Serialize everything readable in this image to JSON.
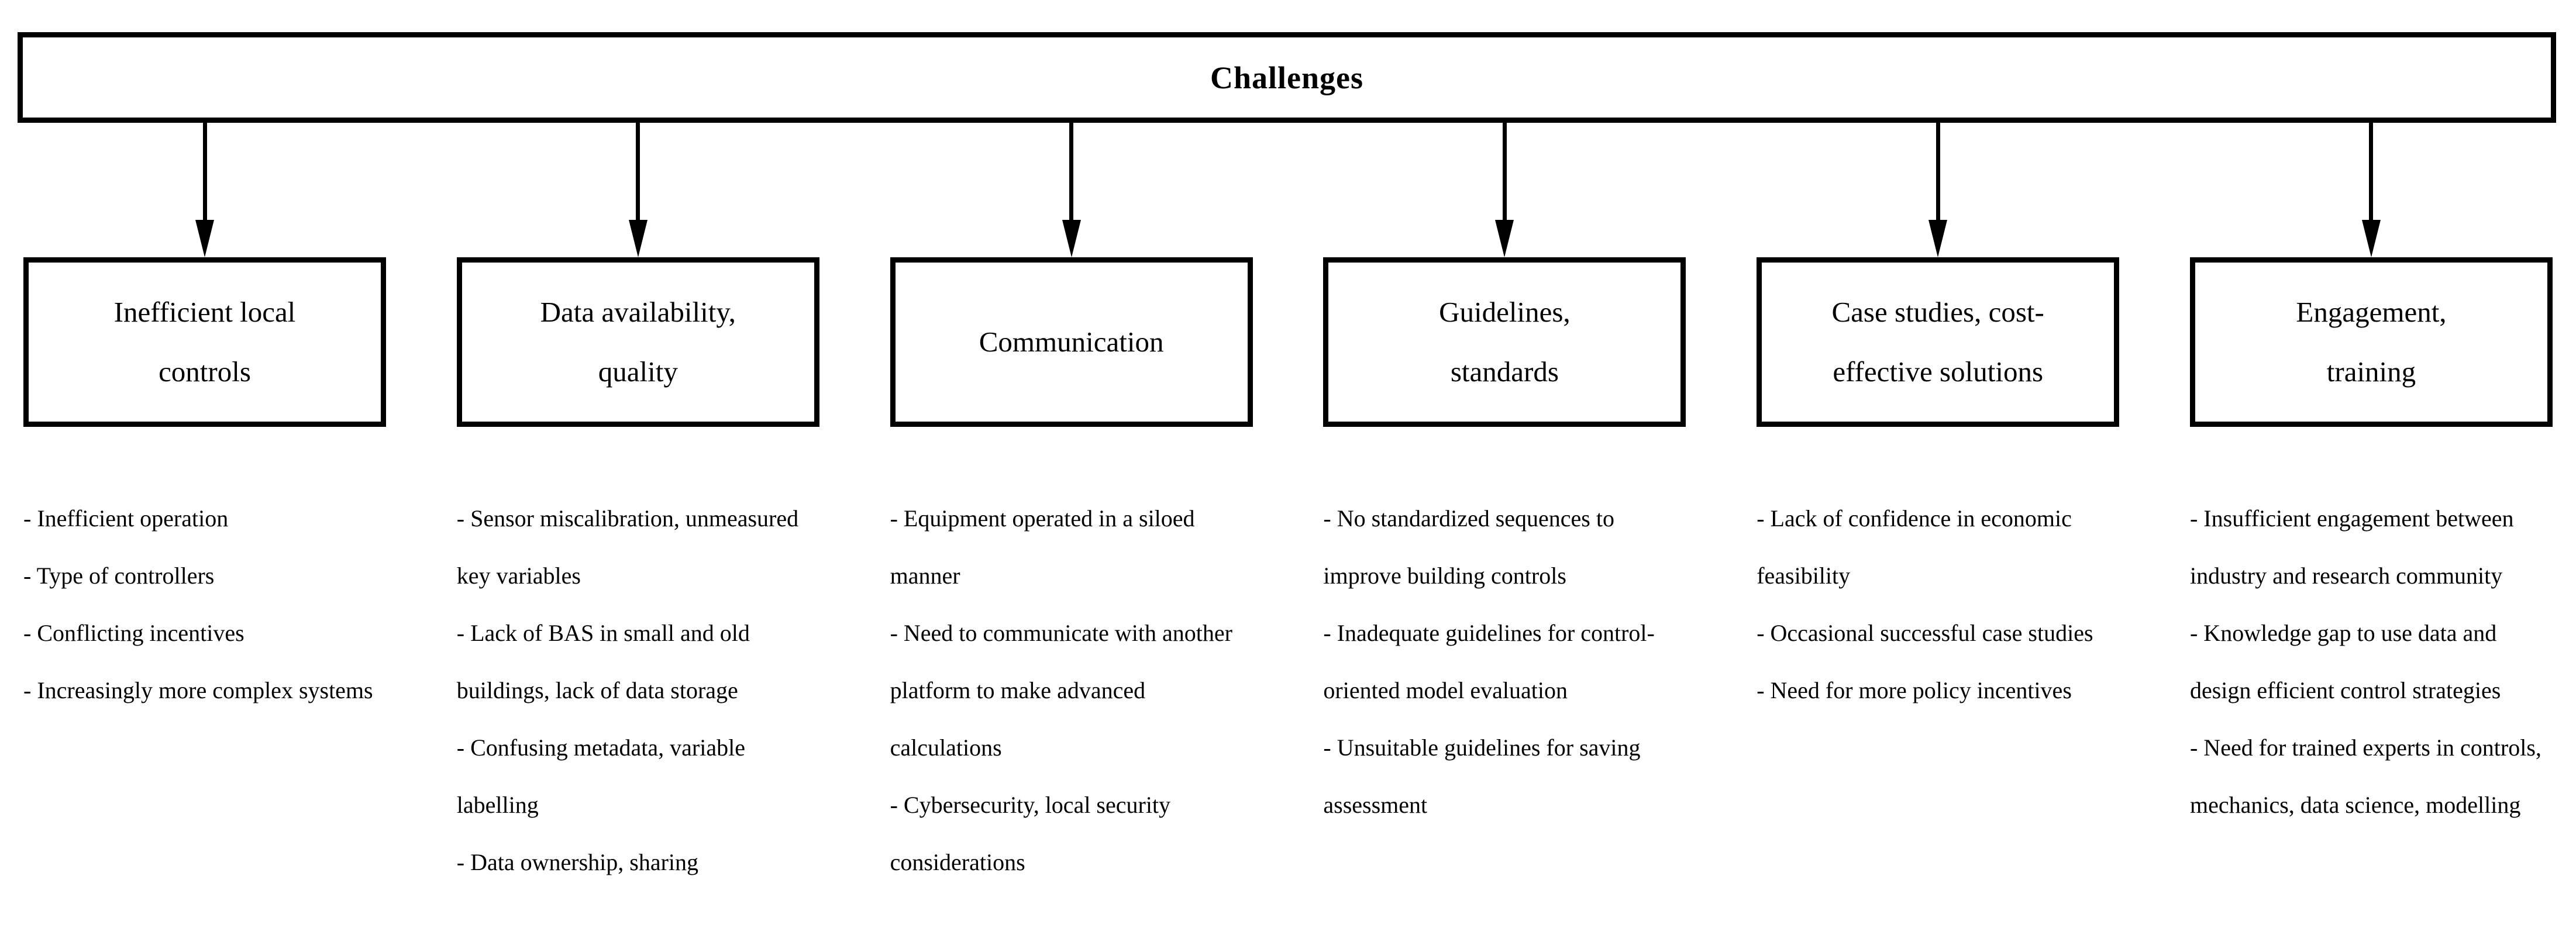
{
  "figure": {
    "title": "Challenges"
  },
  "colors": {
    "background": "#ffffff",
    "line": "#000000",
    "text": "#000000"
  },
  "icons": {
    "connector": "down-arrow"
  },
  "columns": [
    {
      "heading": "Inefficient local controls",
      "heading_lines": [
        "Inefficient local",
        "controls"
      ],
      "items": [
        "- Inefficient operation",
        "- Type of controllers",
        "- Conflicting incentives",
        "- Increasingly more complex systems"
      ]
    },
    {
      "heading": "Data availability, quality",
      "heading_lines": [
        "Data availability,",
        "quality"
      ],
      "items": [
        "- Sensor miscalibration, unmeasured key variables",
        "- Lack of BAS in small and old buildings, lack of data storage",
        "- Confusing metadata, variable labelling",
        "- Data ownership, sharing"
      ]
    },
    {
      "heading": "Communication",
      "heading_lines": [
        "Communication"
      ],
      "items": [
        "- Equipment operated in a siloed manner",
        "- Need to communicate with another platform to make advanced calculations",
        "- Cybersecurity, local security considerations"
      ]
    },
    {
      "heading": "Guidelines, standards",
      "heading_lines": [
        "Guidelines,",
        "standards"
      ],
      "items": [
        "- No standardized sequences to improve building controls",
        "- Inadequate guidelines for control-oriented model evaluation",
        "- Unsuitable guidelines for saving assessment"
      ]
    },
    {
      "heading": "Case studies, cost-effective solutions",
      "heading_lines": [
        "Case studies, cost-",
        "effective solutions"
      ],
      "items": [
        "- Lack of confidence in economic feasibility",
        "- Occasional successful case studies",
        "- Need for more policy incentives"
      ]
    },
    {
      "heading": "Engagement, training",
      "heading_lines": [
        "Engagement,",
        "training"
      ],
      "items": [
        "- Insufficient engagement between industry and research community",
        "- Knowledge gap to use data and design efficient control strategies",
        "- Need for trained experts in controls, mechanics, data science, modelling"
      ]
    }
  ]
}
